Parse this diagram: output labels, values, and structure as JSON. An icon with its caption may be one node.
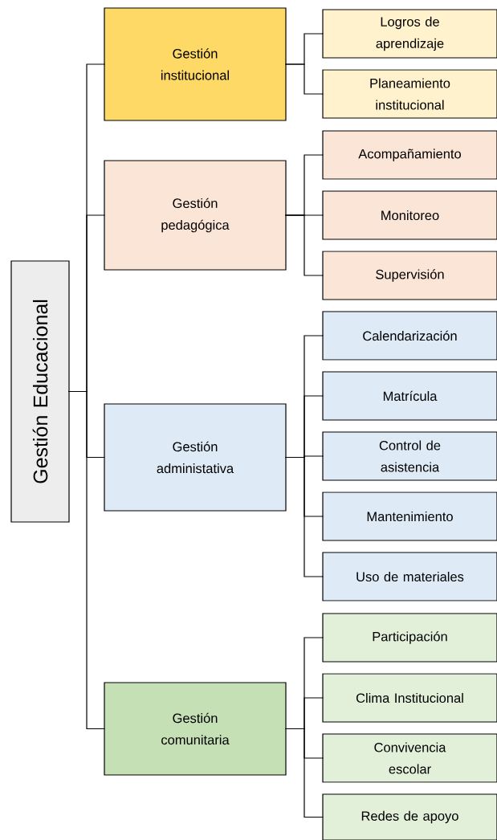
{
  "diagram": {
    "nodes": [
      {
        "text": [
          "Gestión Educacional"
        ]
      },
      {
        "text": [
          "Gestión institucional"
        ]
      },
      {
        "text": [
          "Logros de aprendizaje"
        ]
      },
      {
        "text": [
          "Planeamiento institucional"
        ]
      },
      {
        "text": [
          "Gestión pedagógica"
        ]
      },
      {
        "text": [
          "Acompañamiento"
        ]
      },
      {
        "text": [
          "Monitoreo"
        ]
      },
      {
        "text": [
          "Supervisión"
        ]
      },
      {
        "text": [
          "Gestión administativa"
        ]
      },
      {
        "text": [
          "Calendarización"
        ]
      },
      {
        "text": [
          "Matrícula"
        ]
      },
      {
        "text": [
          "Control de asistencia"
        ]
      },
      {
        "text": [
          "Mantenimiento"
        ]
      },
      {
        "text": [
          "Uso de materiales"
        ]
      },
      {
        "text": [
          "Gestión comunitaria"
        ]
      },
      {
        "text": [
          "Participación"
        ]
      },
      {
        "text": [
          "Clima Institucional"
        ]
      },
      {
        "text": [
          "Convivencia escolar"
        ]
      },
      {
        "text": [
          "Redes de apoyo"
        ]
      }
    ],
    "edges": [
      {
        "from": 0,
        "to": 1,
        "arrow": "none"
      },
      {
        "from": 0,
        "to": 4,
        "arrow": "none"
      },
      {
        "from": 0,
        "to": 8,
        "arrow": "none"
      },
      {
        "from": 0,
        "to": 14,
        "arrow": "none"
      },
      {
        "from": 1,
        "to": 2,
        "arrow": "none"
      },
      {
        "from": 1,
        "to": 3,
        "arrow": "none"
      },
      {
        "from": 4,
        "to": 5,
        "arrow": "none"
      },
      {
        "from": 4,
        "to": 6,
        "arrow": "none"
      },
      {
        "from": 4,
        "to": 7,
        "arrow": "none"
      },
      {
        "from": 8,
        "to": 9,
        "arrow": "none"
      },
      {
        "from": 8,
        "to": 10,
        "arrow": "none"
      },
      {
        "from": 8,
        "to": 11,
        "arrow": "none"
      },
      {
        "from": 8,
        "to": 12,
        "arrow": "none"
      },
      {
        "from": 8,
        "to": 13,
        "arrow": "none"
      },
      {
        "from": 14,
        "to": 15,
        "arrow": "none"
      },
      {
        "from": 14,
        "to": 16,
        "arrow": "none"
      },
      {
        "from": 14,
        "to": 17,
        "arrow": "none"
      },
      {
        "from": 14,
        "to": 18,
        "arrow": "none"
      }
    ]
  }
}
